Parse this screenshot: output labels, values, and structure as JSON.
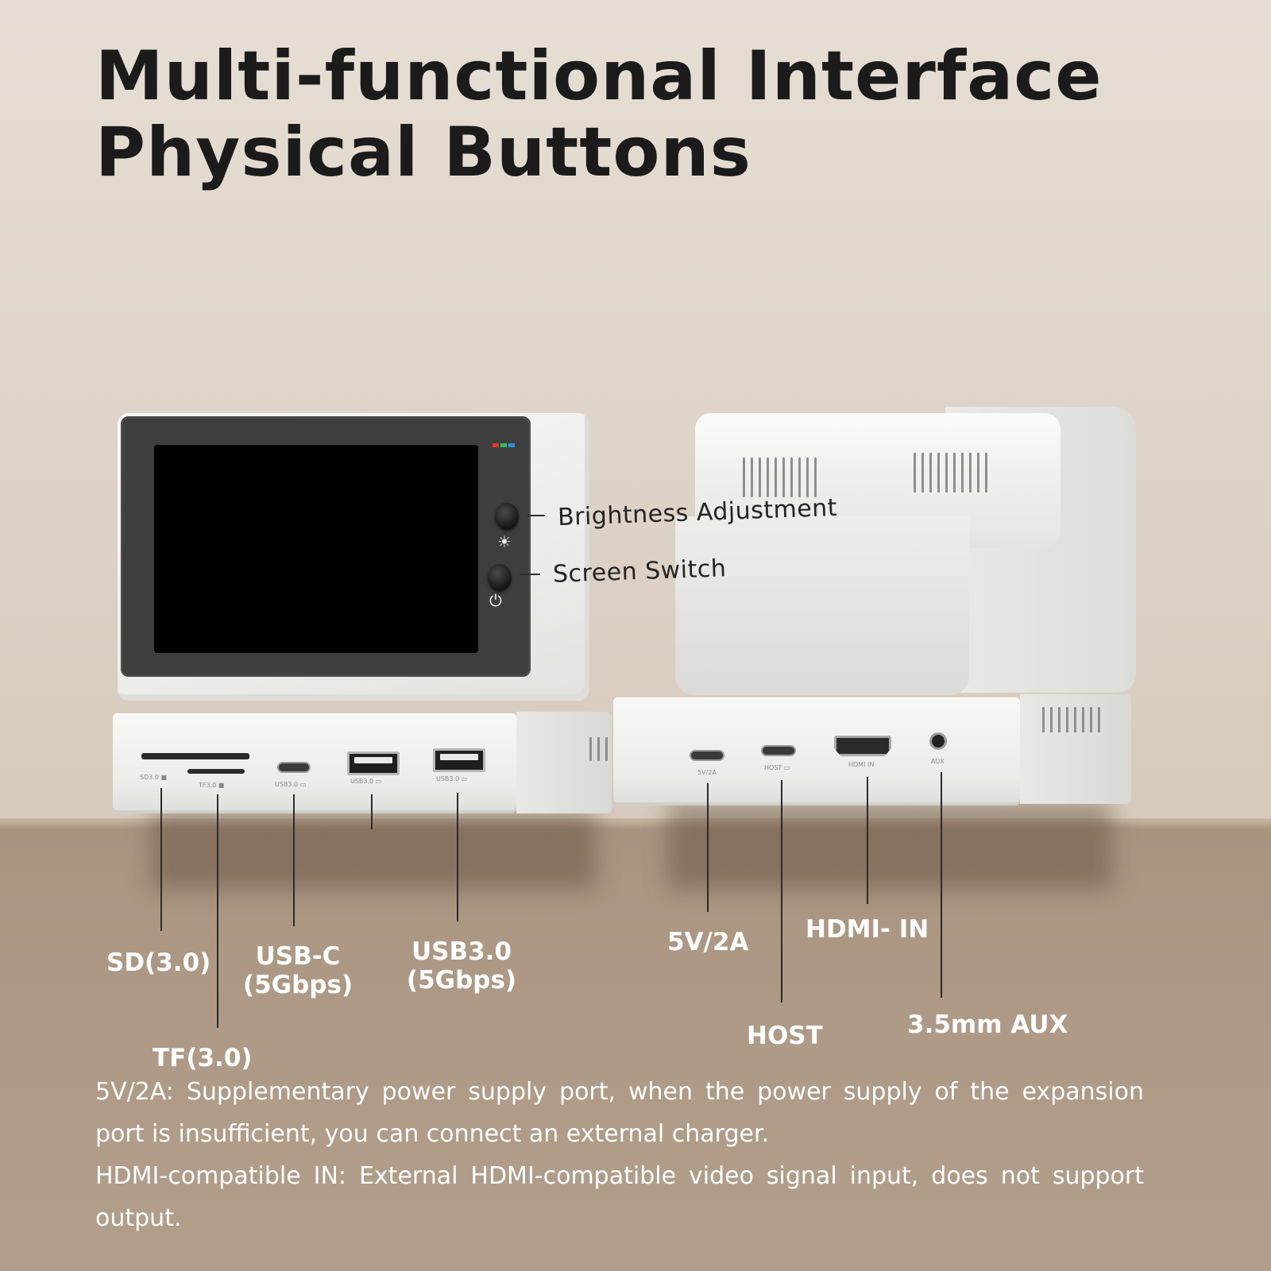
{
  "title": {
    "line1": "Multi-functional Interface",
    "line2": "Physical Buttons"
  },
  "buttons": {
    "brightness": "Brightness Adjustment",
    "screen_switch": "Screen Switch"
  },
  "left_ports": {
    "sd": "SD(3.0)",
    "tf": "TF(3.0)",
    "usbc_l1": "USB-C",
    "usbc_l2": "(5Gbps)",
    "usb3_l1": "USB3.0",
    "usb3_l2": "(5Gbps)"
  },
  "right_ports": {
    "power": "5V/2A",
    "hdmi": "HDMI- IN",
    "host": "HOST",
    "aux": "3.5mm AUX"
  },
  "notes": [
    "5V/2A: Supplementary power supply port, when the power supply of the expansion port is insufficient, you can connect an external charger.",
    "HDMI-compatible IN: External HDMI-compatible video signal input, does not support output."
  ],
  "icons": {
    "brightness": "sun-icon",
    "power": "power-icon"
  },
  "colors": {
    "led_red": "#e5352b",
    "led_green": "#2fbf5a",
    "led_blue": "#2f8fe5"
  }
}
